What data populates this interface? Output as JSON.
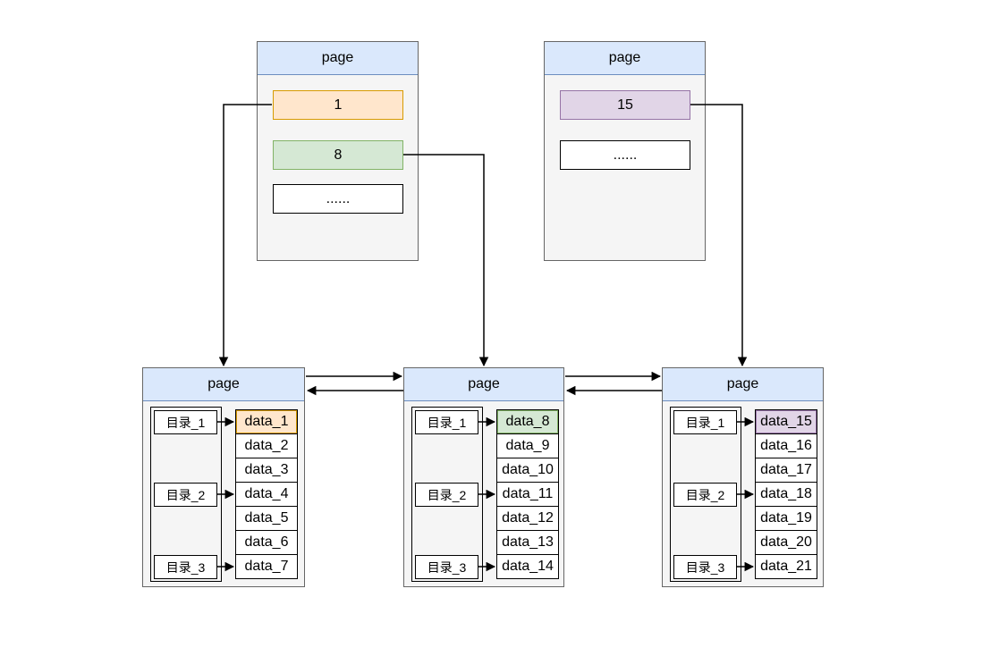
{
  "colors": {
    "header_fill": "#dae8fc",
    "header_border": "#6c8ebf",
    "page_fill": "#f5f5f5",
    "orange_fill": "#ffe6cc",
    "orange_border": "#d79b00",
    "green_fill": "#d5e8d4",
    "green_border": "#82b366",
    "purple_fill": "#e1d5e7",
    "purple_border": "#9673a6"
  },
  "top_pages": [
    {
      "title": "page",
      "keys": [
        "1",
        "8",
        "......"
      ]
    },
    {
      "title": "page",
      "keys": [
        "15",
        "......"
      ]
    }
  ],
  "leaf_pages": [
    {
      "title": "page",
      "directories": [
        "目录_1",
        "目录_2",
        "目录_3"
      ],
      "data": [
        "data_1",
        "data_2",
        "data_3",
        "data_4",
        "data_5",
        "data_6",
        "data_7"
      ]
    },
    {
      "title": "page",
      "directories": [
        "目录_1",
        "目录_2",
        "目录_3"
      ],
      "data": [
        "data_8",
        "data_9",
        "data_10",
        "data_11",
        "data_12",
        "data_13",
        "data_14"
      ]
    },
    {
      "title": "page",
      "directories": [
        "目录_1",
        "目录_2",
        "目录_3"
      ],
      "data": [
        "data_15",
        "data_16",
        "data_17",
        "data_18",
        "data_19",
        "data_20",
        "data_21"
      ]
    }
  ]
}
